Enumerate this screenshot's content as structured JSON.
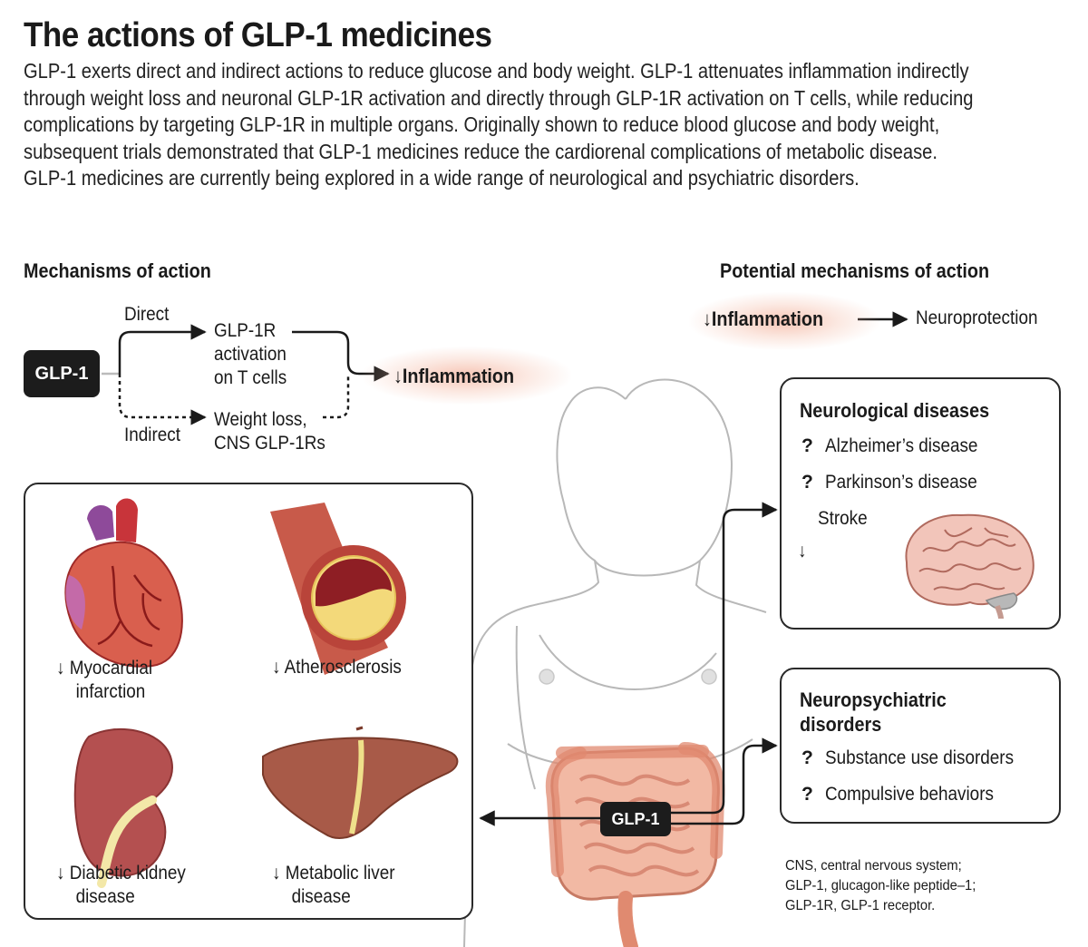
{
  "title": "The actions of GLP-1 medicines",
  "intro_lines": [
    "GLP-1 exerts direct and indirect actions to reduce glucose and body weight. GLP-1 attenuates inflammation indirectly",
    "through weight loss and neuronal GLP-1R activation and directly through GLP-1R activation on T cells, while reducing",
    "complications by targeting GLP-1R in multiple organs. Originally shown to reduce blood glucose and body weight,",
    "subsequent trials demonstrated that GLP-1 medicines reduce the cardiorenal complications of metabolic disease.",
    "GLP-1 medicines are currently being explored in a wide range of neurological and psychiatric disorders."
  ],
  "mechanisms": {
    "heading": "Mechanisms of action",
    "glp1": "GLP-1",
    "direct": "Direct",
    "indirect": "Indirect",
    "direct_target_lines": [
      "GLP-1R",
      "activation",
      "on T cells"
    ],
    "indirect_target_lines": [
      "Weight loss,",
      "CNS GLP-1Rs"
    ],
    "outcome_arrow": "↓",
    "outcome": "Inflammation"
  },
  "potential": {
    "heading": "Potential mechanisms of action",
    "arrow": "↓",
    "inflammation": "Inflammation",
    "result": "Neuroprotection"
  },
  "organs": [
    {
      "arrow": "↓",
      "lines": [
        "Myocardial",
        "infarction"
      ]
    },
    {
      "arrow": "↓",
      "lines": [
        "Atherosclerosis"
      ]
    },
    {
      "arrow": "↓",
      "lines": [
        "Diabetic kidney",
        "disease"
      ]
    },
    {
      "arrow": "↓",
      "lines": [
        "Metabolic liver",
        "disease"
      ]
    }
  ],
  "body_glp1": "GLP-1",
  "neuro": {
    "heading": "Neurological diseases",
    "items": [
      {
        "marker": "?",
        "label": "Alzheimer’s disease"
      },
      {
        "marker": "?",
        "label": "Parkinson’s disease"
      }
    ],
    "stroke_arrow": "↓",
    "stroke": "Stroke"
  },
  "psych": {
    "heading_lines": [
      "Neuropsychiatric",
      "disorders"
    ],
    "items": [
      {
        "marker": "?",
        "label": "Substance use disorders"
      },
      {
        "marker": "?",
        "label": "Compulsive behaviors"
      }
    ]
  },
  "footnote_lines": [
    "CNS, central nervous system;",
    "GLP-1, glucagon-like peptide–1;",
    "GLP-1R, GLP-1 receptor."
  ],
  "colors": {
    "glow": "#f0a08a",
    "heart": "#c8343a",
    "artery": "#c0473e",
    "kidney": "#a84a4a",
    "liver": "#a85a48",
    "gut": "#e49a82",
    "brain": "#f3c8bd"
  }
}
